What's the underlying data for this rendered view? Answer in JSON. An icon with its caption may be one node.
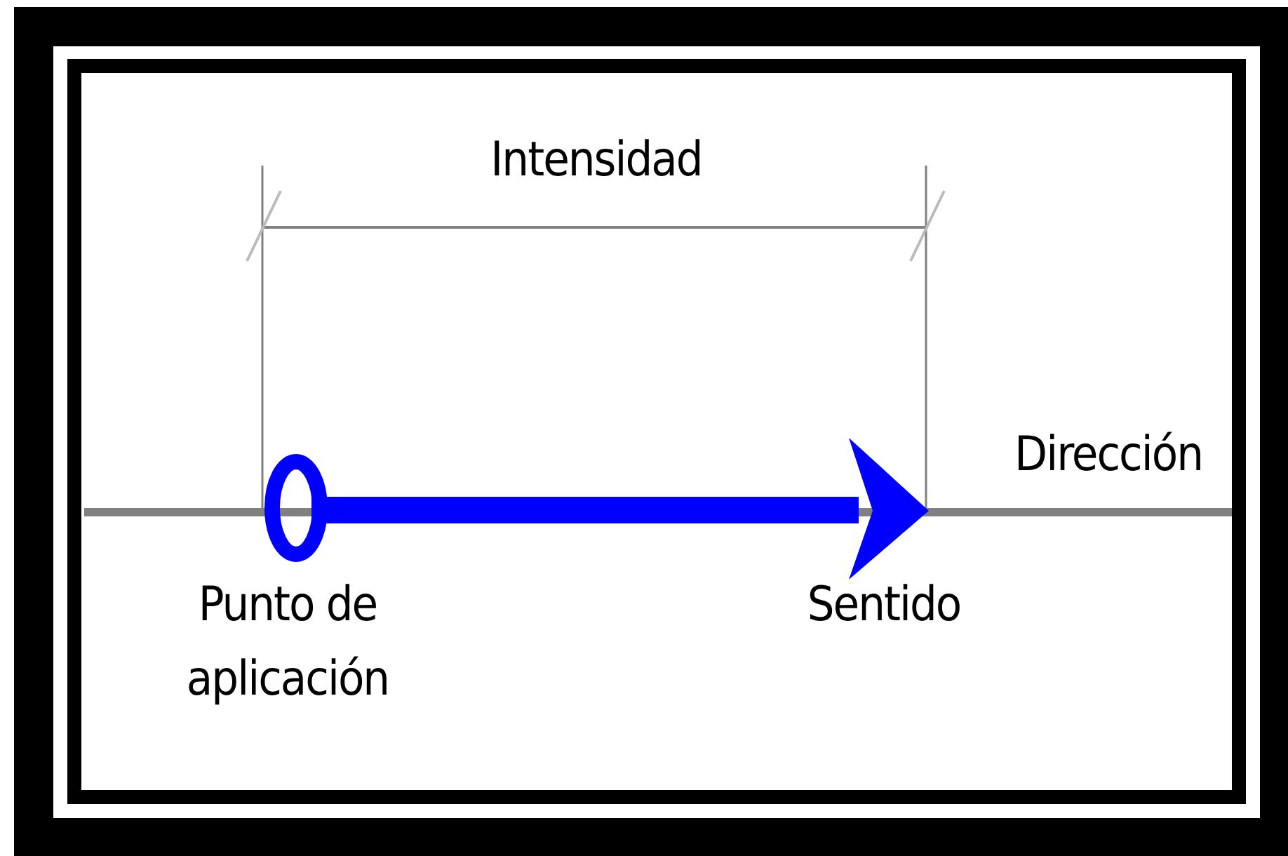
{
  "diagram": {
    "labels": [
      "Intensidad",
      "Dirección",
      "Punto de aplicación",
      "Sentido"
    ]
  }
}
